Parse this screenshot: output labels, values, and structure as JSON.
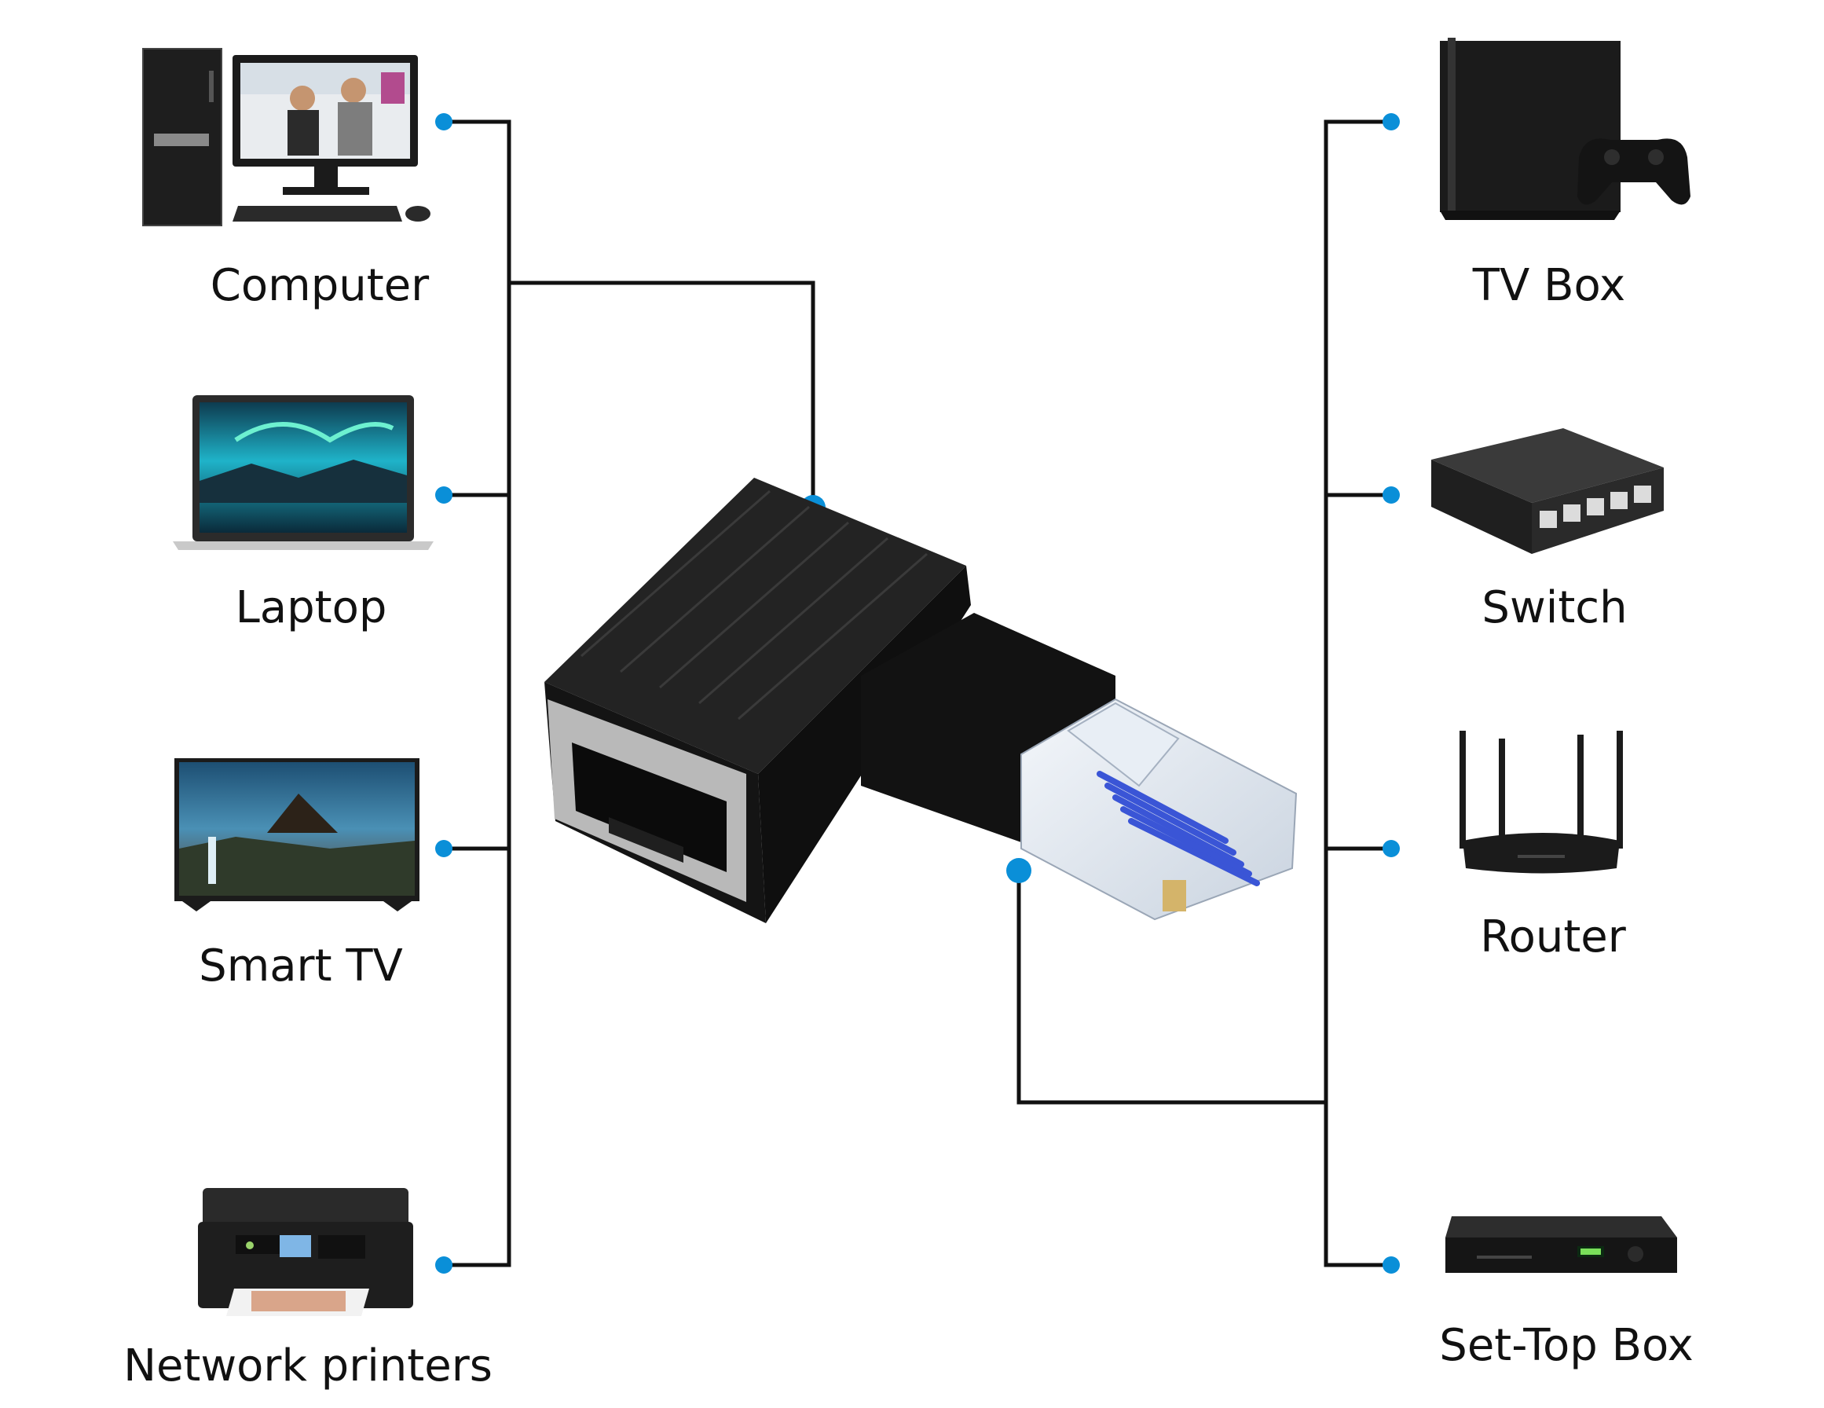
{
  "colors": {
    "background": "#ffffff",
    "connector_line": "#111111",
    "connector_dot": "#0a8fd8",
    "device_body": "#1b1b1b",
    "adapter_body": "#161616",
    "plug_contacts": "#3a55d6"
  },
  "devices_left": [
    {
      "label": "Computer",
      "icon": "desktop-computer-icon"
    },
    {
      "label": "Laptop",
      "icon": "laptop-icon"
    },
    {
      "label": "Smart TV",
      "icon": "smart-tv-icon"
    },
    {
      "label": "Network printers",
      "icon": "printer-icon"
    }
  ],
  "devices_right": [
    {
      "label": "TV Box",
      "icon": "game-console-icon"
    },
    {
      "label": "Switch",
      "icon": "network-switch-icon"
    },
    {
      "label": "Router",
      "icon": "wifi-router-icon"
    },
    {
      "label": "Set-Top Box",
      "icon": "set-top-box-icon"
    }
  ],
  "center_product": {
    "icon": "rj45-right-angle-adapter-icon"
  }
}
